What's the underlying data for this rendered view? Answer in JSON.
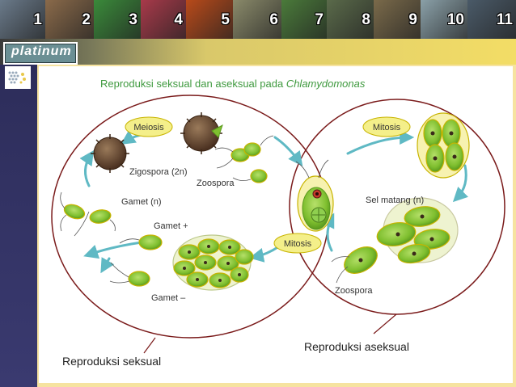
{
  "nav": {
    "tiles": [
      {
        "num": "1",
        "bg": "#6a7a8a"
      },
      {
        "num": "2",
        "bg": "#8a6a4a"
      },
      {
        "num": "3",
        "bg": "#3a8a3a"
      },
      {
        "num": "4",
        "bg": "#a83a4a"
      },
      {
        "num": "5",
        "bg": "#b84a1a"
      },
      {
        "num": "6",
        "bg": "#8a8a6a"
      },
      {
        "num": "7",
        "bg": "#4a7a3a"
      },
      {
        "num": "8",
        "bg": "#5a6a4a"
      },
      {
        "num": "9",
        "bg": "#7a6a4a"
      },
      {
        "num": "10",
        "bg": "#8aa0a8"
      },
      {
        "num": "11",
        "bg": "#4a5a68"
      }
    ]
  },
  "logo": {
    "text": "platinum"
  },
  "figure": {
    "title_main": "Reproduksi seksual dan aseksual pada ",
    "title_italic": "Chlamydomonas",
    "labels": {
      "meiosis": "Meiosis",
      "mitosis_top": "Mitosis",
      "mitosis_mid": "Mitosis",
      "zigospora": "Zigospora (2n)",
      "zoospora_left": "Zoospora",
      "gamet_n": "Gamet (n)",
      "gamet_plus": "Gamet +",
      "gamet_minus": "Gamet –",
      "sel_matang": "Sel matang (n)",
      "zoospora_right": "Zoospora"
    },
    "caption_left": "Reproduksi seksual",
    "caption_right": "Reproduksi aseksual"
  },
  "colors": {
    "circle": "#7a1a1a",
    "cell_green": "#8cc63f",
    "cell_edge": "#c8b400",
    "arrow": "#5fb9c4",
    "bubble": "#f4ef8a",
    "title": "#3f9a3f"
  }
}
